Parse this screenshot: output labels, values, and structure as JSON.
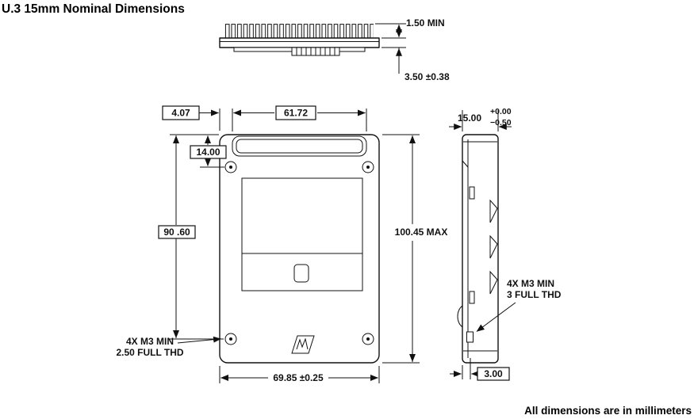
{
  "title": "U.3 15mm Nominal Dimensions",
  "footer": "All dimensions are in millimeters",
  "dims": {
    "fin_height": "1.50 MIN",
    "stack_height": "3.50 ±0.38",
    "edge_offset": "4.07",
    "connector_width": "61.72",
    "thickness_nominal": "15.00",
    "thickness_tol_upper": "+0.00",
    "thickness_tol_lower": "−0.50",
    "hole_offset": "14.00",
    "hole_span": "90 .60",
    "overall_height": "100.45 MAX",
    "overall_width": "69.85 ±0.25",
    "side_hole_offset": "3.00"
  },
  "notes": {
    "side_thread_line1": "4X M3 MIN",
    "side_thread_line2": "3 FULL THD",
    "bottom_thread_line1": "4X M3 MIN",
    "bottom_thread_line2": "2.50 FULL THD"
  }
}
